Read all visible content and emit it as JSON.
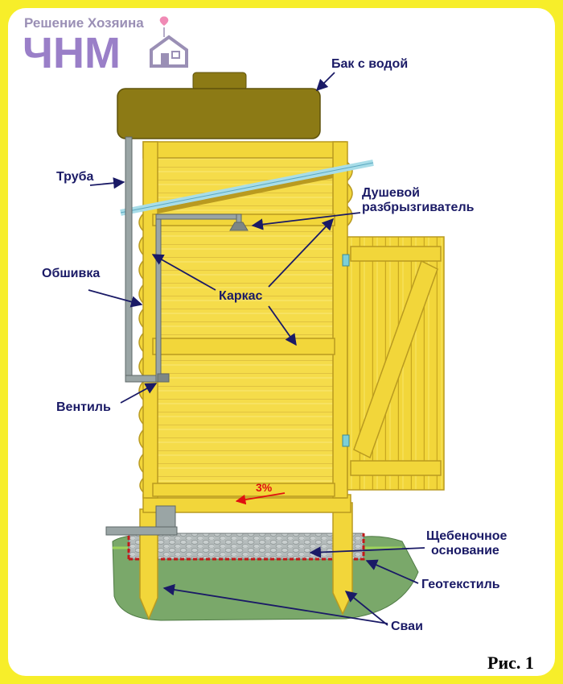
{
  "brand": {
    "tagline": "Решение Хозяина",
    "logo": "ЧНМ",
    "icon": "house-heart-icon",
    "color": "#9a7fc8"
  },
  "labels": {
    "tank": "Бак с водой",
    "pipe": "Труба",
    "shower_line1": "Душевой",
    "shower_line2": "разбрызгиватель",
    "cladding": "Обшивка",
    "frame": "Каркас",
    "valve": "Вентиль",
    "slope": "3%",
    "gravel_line1": "Щебеночное",
    "gravel_line2": "основание",
    "geotextile": "Геотекстиль",
    "piles": "Сваи"
  },
  "figure_caption": "Рис. 1",
  "colors": {
    "background": "#f7ee2a",
    "wood": "#f2d63a",
    "tank": "#8c7a15",
    "ground": "#7aa86a",
    "text": "#1a1a66"
  }
}
